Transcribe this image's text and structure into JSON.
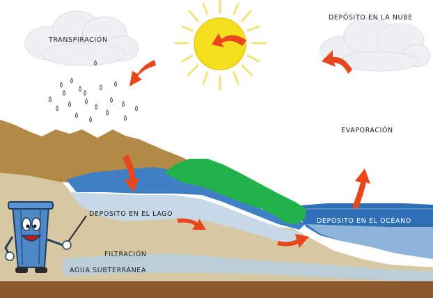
{
  "labels": {
    "transpiration": "TRANSPIRACIÓN",
    "cloud_deposit": "DEPÓSITO EN LA NUBE",
    "evaporation": "EVAPORACIÓN",
    "lake_deposit": "DEPÓSITO EN EL LAGO",
    "ocean_deposit": "DEPÓSITO EN EL OCÉANO",
    "filtration": "FILTRACIÓN",
    "groundwater": "AGUA SUBTERRÁNEA"
  },
  "colors": {
    "sun": "#f4e01e",
    "sun_rays": "#f2e27a",
    "arrows": "#e8461d",
    "mountain": "#b28a45",
    "ground": "#d7c8a4",
    "groundwater": "#bccfd9",
    "lake_water": "#3f7fc4",
    "ocean_water": "#2f6fb6",
    "vegetation": "#22b24c",
    "soil": "#8a5a2c",
    "mascot": "#4f88c6"
  },
  "icons": {
    "sun": "sun-icon",
    "cloud": "cloud-icon",
    "rain": "rain-drops-icon",
    "arrow": "process-arrow-icon",
    "mascot": "trash-can-mascot-icon"
  }
}
